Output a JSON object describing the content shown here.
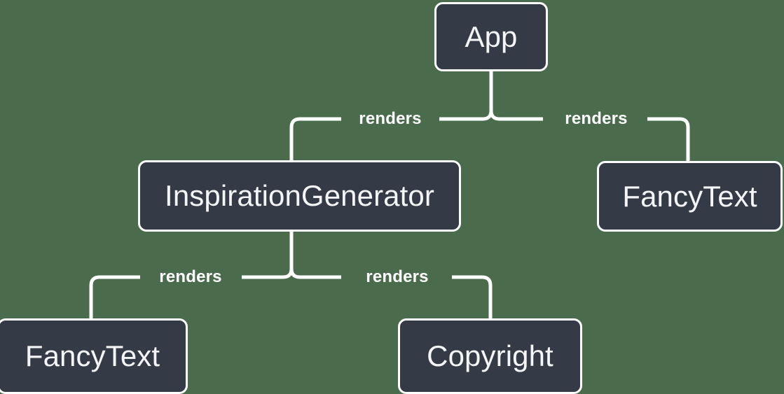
{
  "diagram": {
    "type": "component-tree",
    "background_color": "#4a6b4c",
    "node_fill_color": "#343a46",
    "node_border_color": "#ffffff",
    "text_color": "#f4f5f7",
    "nodes": [
      {
        "id": "app",
        "label": "App"
      },
      {
        "id": "inspiration",
        "label": "InspirationGenerator"
      },
      {
        "id": "fancytext-right",
        "label": "FancyText"
      },
      {
        "id": "fancytext-left",
        "label": "FancyText"
      },
      {
        "id": "copyright",
        "label": "Copyright"
      }
    ],
    "edges": [
      {
        "id": "app-inspiration",
        "from": "app",
        "to": "inspiration",
        "label": "renders"
      },
      {
        "id": "app-fancytext-right",
        "from": "app",
        "to": "fancytext-right",
        "label": "renders"
      },
      {
        "id": "inspiration-fancytext-left",
        "from": "inspiration",
        "to": "fancytext-left",
        "label": "renders"
      },
      {
        "id": "inspiration-copyright",
        "from": "inspiration",
        "to": "copyright",
        "label": "renders"
      }
    ]
  }
}
